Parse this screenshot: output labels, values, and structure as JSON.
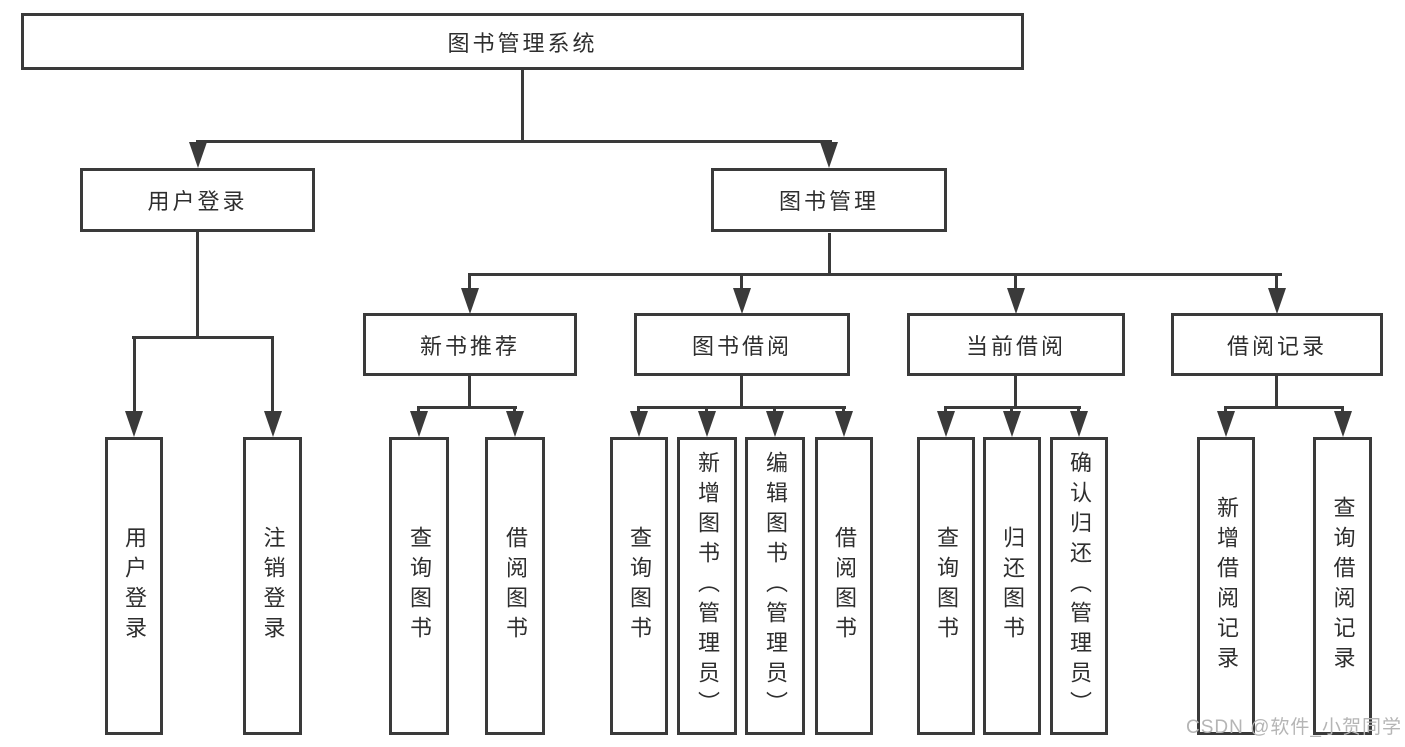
{
  "colors": {
    "background": "#ffffff",
    "line": "#3a3a3a",
    "box_border": "#3a3a3a",
    "text": "#2e2e2e",
    "watermark_text": "#b5b5b5"
  },
  "tree": {
    "root": {
      "label": "图书管理系统"
    },
    "branches": [
      {
        "label": "用户登录",
        "leaves": [
          {
            "label": "用户登录"
          },
          {
            "label": "注销登录"
          }
        ]
      },
      {
        "label": "图书管理",
        "sections": [
          {
            "label": "新书推荐",
            "leaves": [
              {
                "label": "查询图书"
              },
              {
                "label": "借阅图书"
              }
            ]
          },
          {
            "label": "图书借阅",
            "leaves": [
              {
                "label": "查询图书"
              },
              {
                "label": "新增图书（管理员）"
              },
              {
                "label": "编辑图书（管理员）"
              },
              {
                "label": "借阅图书"
              }
            ]
          },
          {
            "label": "当前借阅",
            "leaves": [
              {
                "label": "查询图书"
              },
              {
                "label": "归还图书"
              },
              {
                "label": "确认归还（管理员）"
              }
            ]
          },
          {
            "label": "借阅记录",
            "leaves": [
              {
                "label": "新增借阅记录"
              },
              {
                "label": "查询借阅记录"
              }
            ]
          }
        ]
      }
    ]
  },
  "watermark": {
    "text": "CSDN @软件_小贺同学"
  }
}
